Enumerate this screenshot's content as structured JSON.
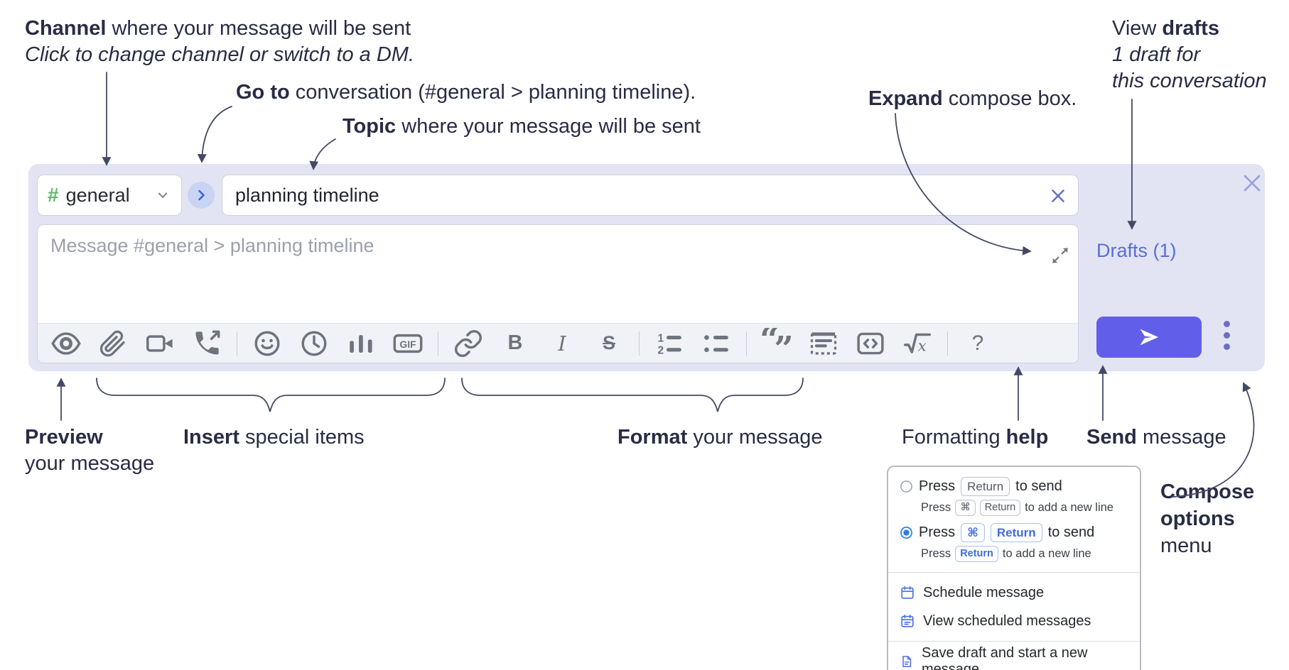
{
  "annotations": {
    "channel": {
      "bold": "Channel",
      "text": " where your message will be sent",
      "subtext": "Click to change channel or switch to a DM."
    },
    "go_to": {
      "bold": "Go to",
      "text": " conversation (#general > planning timeline)."
    },
    "topic": {
      "bold": "Topic",
      "text": " where your message will be sent"
    },
    "expand": {
      "bold": "Expand",
      "text": " compose box."
    },
    "view_drafts": {
      "text": "View ",
      "bold": "drafts",
      "line2": "1 draft for",
      "line3": "this conversation"
    },
    "preview": {
      "bold": "Preview",
      "line2": "your message"
    },
    "insert": {
      "bold": "Insert",
      "text": " special items"
    },
    "format": {
      "bold": "Format",
      "text": " your message"
    },
    "formatting_help": {
      "text": "Formatting ",
      "bold": "help"
    },
    "send": {
      "bold": "Send",
      "text": " message"
    },
    "compose_options": {
      "bold1": "Compose",
      "bold2": "options",
      "line3": "menu"
    }
  },
  "compose_box": {
    "channel_selector": {
      "hash": "#",
      "channel_name": "general"
    },
    "topic_input": {
      "value": "planning timeline"
    },
    "message_input": {
      "placeholder": "Message #general > planning timeline"
    },
    "drafts_link": "Drafts (1)",
    "toolbar": {
      "bold": "B",
      "italic": "I",
      "strikethrough": "S",
      "gif": "GIF",
      "ol_1": "1",
      "ol_2": "2",
      "quote_open": "“",
      "quote_close": "”",
      "math_x": "x",
      "help": "?"
    }
  },
  "popup_menu": {
    "option1": {
      "selected": false,
      "pre": "Press",
      "key": "Return",
      "post": "to send",
      "sub_pre": "Press",
      "sub_key1": "⌘",
      "sub_key2": "Return",
      "sub_post": "to add a new line"
    },
    "option2": {
      "selected": true,
      "pre": "Press",
      "key1": "⌘",
      "key2": "Return",
      "post": "to send",
      "sub_pre": "Press",
      "sub_key": "Return",
      "sub_post": "to add a new line"
    },
    "items": [
      {
        "label": "Schedule message"
      },
      {
        "label": "View scheduled messages"
      },
      {
        "label": "Save draft and start a new message"
      }
    ]
  },
  "colors": {
    "container_bg": "#e2e4f4",
    "send_button": "#615ee9",
    "drafts_link": "#5a6ed6",
    "hash_green": "#5fb967",
    "annotation_text": "#282c44",
    "icon_gray": "#6f737d",
    "kbd_blue": "#3e6be4",
    "menu_icon_blue": "#4a6fe0"
  }
}
